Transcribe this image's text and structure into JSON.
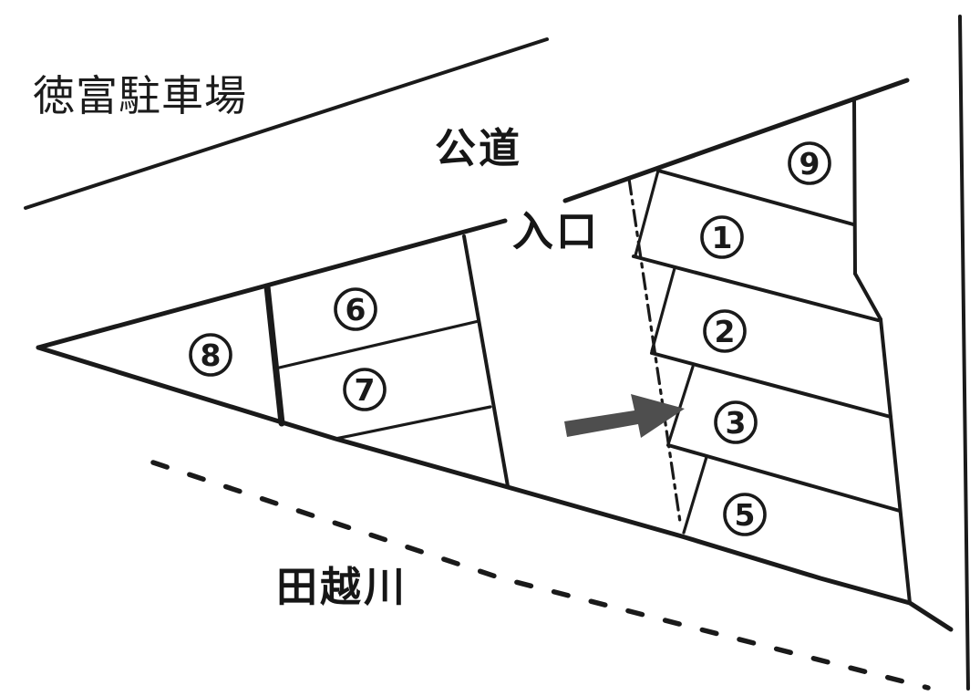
{
  "title": "徳富駐車場",
  "labels": {
    "road": "公道",
    "entrance": "入口",
    "river": "田越川"
  },
  "spaces": [
    {
      "number": "1"
    },
    {
      "number": "2"
    },
    {
      "number": "3"
    },
    {
      "number": "5"
    },
    {
      "number": "6"
    },
    {
      "number": "7"
    },
    {
      "number": "8"
    },
    {
      "number": "9"
    }
  ],
  "arrow": {
    "points_to_space": "3"
  },
  "colors": {
    "line": "#1a1a1a",
    "arrow": "#4e4e4e",
    "background": "#ffffff"
  }
}
